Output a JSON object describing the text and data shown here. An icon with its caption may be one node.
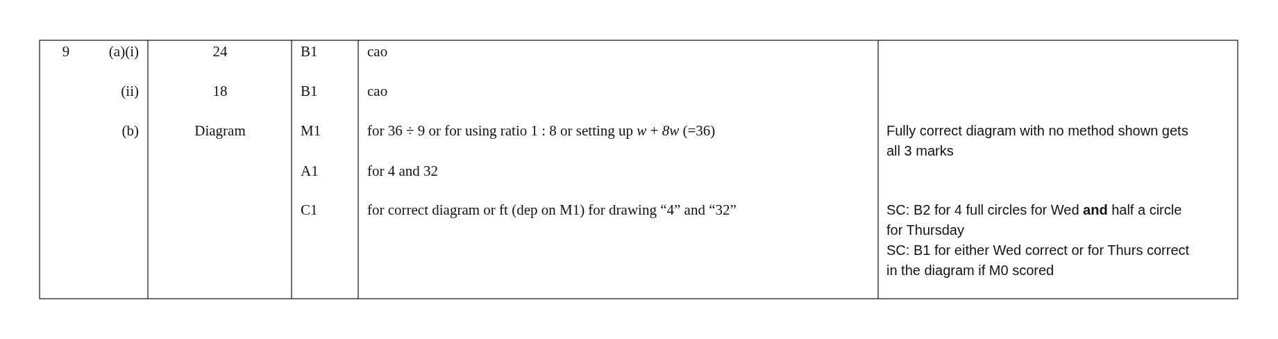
{
  "diagram": {
    "labels": [
      "9",
      "(a)(i)",
      "24",
      "B1",
      "cao",
      "(ii)",
      "18",
      "B1",
      "cao",
      "(b)",
      "Diagram",
      "M1",
      "for 36 ÷ 9 or for using ratio 1 : 8 or setting up *w* + *8w* (=36)",
      "Fully correct diagram with no method shown gets all 3 marks",
      "A1",
      "for 4 and 32",
      "C1",
      "for correct diagram or ft (dep on M1) for drawing “4” and “32”",
      "SC: B2 for 4 full circles for Wed **and** half a circle for Thursday",
      "SC: B1 for either Wed correct or for Thurs correct in the diagram if M0 scored"
    ]
  }
}
